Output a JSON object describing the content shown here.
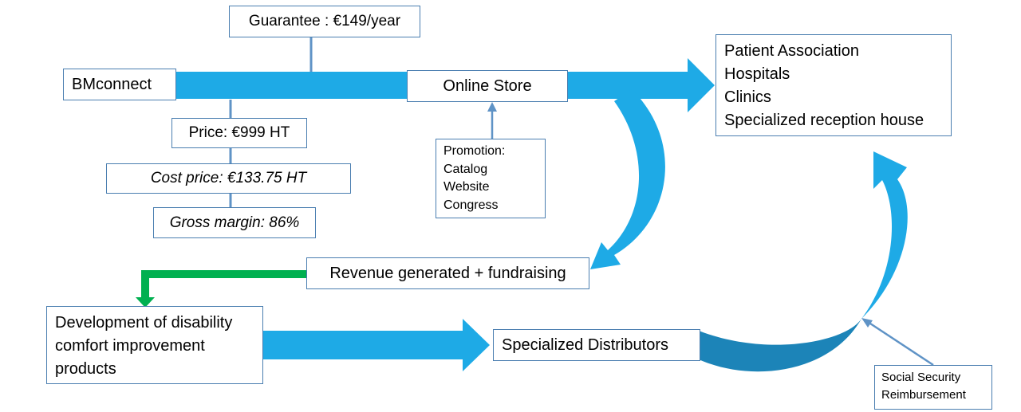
{
  "colors": {
    "arrow": "#1eaae6",
    "arrow_dark": "#1c84b8",
    "green": "#00b050",
    "border": "#4a7eb0",
    "thin_line": "#5f93c6"
  },
  "nodes": {
    "guarantee": "Guarantee : €149/year",
    "bmconnect": "BMconnect",
    "online_store": "Online Store",
    "price": "Price: €999 HT",
    "cost_price": "Cost price: €133.75 HT",
    "gross_margin": "Gross margin: 86%",
    "promotion": [
      "Promotion:",
      "Catalog",
      "Website",
      "Congress"
    ],
    "customers": [
      "Patient Association",
      "Hospitals",
      "Clinics",
      "Specialized reception house"
    ],
    "revenue": "Revenue generated + fundraising",
    "development": [
      "Development of disability",
      "comfort improvement",
      "products"
    ],
    "distributors": "Specialized Distributors",
    "social_security": [
      "Social Security",
      "Reimbursement"
    ]
  }
}
